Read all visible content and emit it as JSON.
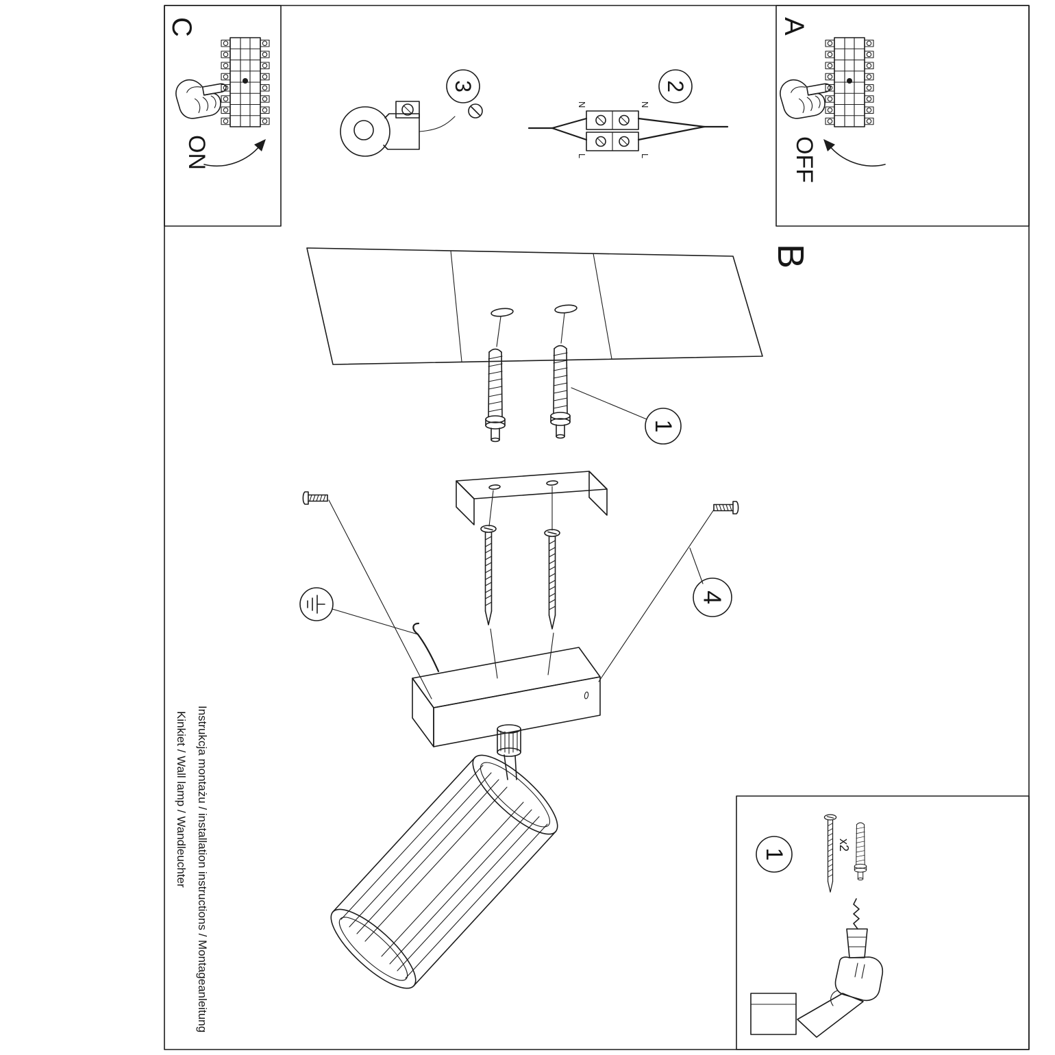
{
  "document": {
    "footer": {
      "line1": "Instrukcja montażu / installation instructions / Montageanleitung",
      "line2": "Kinkiet / Wall lamp / Wandleuchter"
    }
  },
  "panel_c": {
    "letter": "C",
    "switch_state": "ON"
  },
  "panel_a": {
    "letter": "A",
    "switch_state": "OFF"
  },
  "section_b": {
    "letter": "B"
  },
  "callouts": {
    "anchors": "1",
    "connector": "2",
    "socket_screw": "3",
    "mount_screws": "4"
  },
  "connector_labels": {
    "top_left": "N",
    "top_right": "N",
    "bottom_left": "L",
    "bottom_right": "L"
  },
  "parts_box": {
    "callout": "1",
    "quantity": "x2"
  }
}
